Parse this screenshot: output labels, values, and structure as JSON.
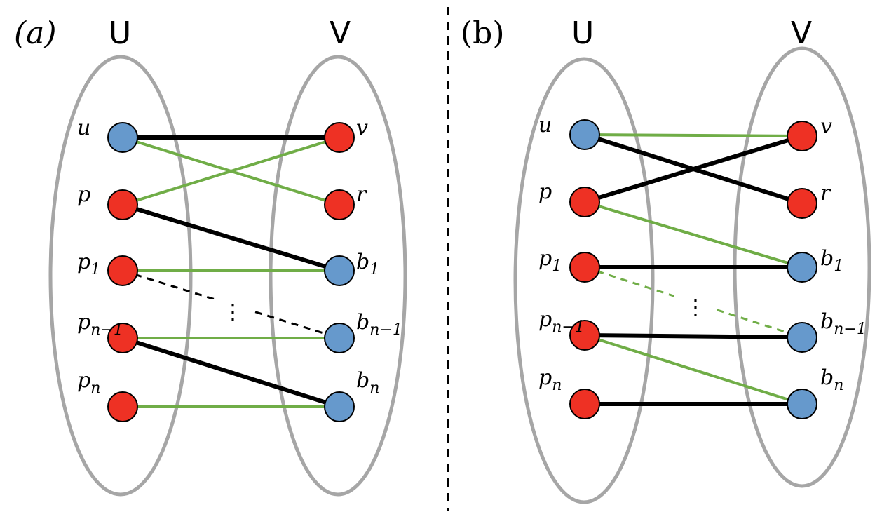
{
  "colors": {
    "red_node": "#ee3124",
    "blue_node": "#6699cc",
    "ellipse": "#a6a6a6",
    "matching_edge": "#000000",
    "other_edge": "#70ad47"
  },
  "panels": [
    {
      "label": "(a)",
      "left_set": "U",
      "right_set": "V",
      "nodes": {
        "u": {
          "side": "left",
          "row": 0,
          "color": "blue",
          "name": "u",
          "sub": ""
        },
        "p": {
          "side": "left",
          "row": 1,
          "color": "red",
          "name": "p",
          "sub": ""
        },
        "p1": {
          "side": "left",
          "row": 2,
          "color": "red",
          "name": "p",
          "sub": "1"
        },
        "pn1": {
          "side": "left",
          "row": 3,
          "color": "red",
          "name": "p",
          "sub": "n−1"
        },
        "pn": {
          "side": "left",
          "row": 4,
          "color": "red",
          "name": "p",
          "sub": "n"
        },
        "v": {
          "side": "right",
          "row": 0,
          "color": "red",
          "name": "v",
          "sub": ""
        },
        "r": {
          "side": "right",
          "row": 1,
          "color": "red",
          "name": "r",
          "sub": ""
        },
        "b1": {
          "side": "right",
          "row": 2,
          "color": "blue",
          "name": "b",
          "sub": "1"
        },
        "bn1": {
          "side": "right",
          "row": 3,
          "color": "blue",
          "name": "b",
          "sub": "n−1"
        },
        "bn": {
          "side": "right",
          "row": 4,
          "color": "blue",
          "name": "b",
          "sub": "n"
        }
      },
      "edges": [
        {
          "from": "u",
          "to": "v",
          "kind": "matching"
        },
        {
          "from": "u",
          "to": "r",
          "kind": "other"
        },
        {
          "from": "p",
          "to": "v",
          "kind": "other"
        },
        {
          "from": "p",
          "to": "b1",
          "kind": "matching"
        },
        {
          "from": "p1",
          "to": "b1",
          "kind": "other"
        },
        {
          "from": "pn1",
          "to": "bn1",
          "kind": "other"
        },
        {
          "from": "pn1",
          "to": "bn",
          "kind": "matching"
        },
        {
          "from": "pn",
          "to": "bn",
          "kind": "other"
        },
        {
          "from": "p1",
          "to": "bn1",
          "kind": "dashed-matching"
        }
      ],
      "dots": "⋮"
    },
    {
      "label": "(b)",
      "left_set": "U",
      "right_set": "V",
      "nodes": {
        "u": {
          "side": "left",
          "row": 0,
          "color": "blue",
          "name": "u",
          "sub": ""
        },
        "p": {
          "side": "left",
          "row": 1,
          "color": "red",
          "name": "p",
          "sub": ""
        },
        "p1": {
          "side": "left",
          "row": 2,
          "color": "red",
          "name": "p",
          "sub": "1"
        },
        "pn1": {
          "side": "left",
          "row": 3,
          "color": "red",
          "name": "p",
          "sub": "n−1"
        },
        "pn": {
          "side": "left",
          "row": 4,
          "color": "red",
          "name": "p",
          "sub": "n"
        },
        "v": {
          "side": "right",
          "row": 0,
          "color": "red",
          "name": "v",
          "sub": ""
        },
        "r": {
          "side": "right",
          "row": 1,
          "color": "red",
          "name": "r",
          "sub": ""
        },
        "b1": {
          "side": "right",
          "row": 2,
          "color": "blue",
          "name": "b",
          "sub": "1"
        },
        "bn1": {
          "side": "right",
          "row": 3,
          "color": "blue",
          "name": "b",
          "sub": "n−1"
        },
        "bn": {
          "side": "right",
          "row": 4,
          "color": "blue",
          "name": "b",
          "sub": "n"
        }
      },
      "edges": [
        {
          "from": "u",
          "to": "v",
          "kind": "other"
        },
        {
          "from": "u",
          "to": "r",
          "kind": "matching"
        },
        {
          "from": "p",
          "to": "v",
          "kind": "matching"
        },
        {
          "from": "p",
          "to": "b1",
          "kind": "other"
        },
        {
          "from": "p1",
          "to": "b1",
          "kind": "matching"
        },
        {
          "from": "pn1",
          "to": "bn1",
          "kind": "matching"
        },
        {
          "from": "pn1",
          "to": "bn",
          "kind": "other"
        },
        {
          "from": "pn",
          "to": "bn",
          "kind": "matching"
        },
        {
          "from": "p1",
          "to": "bn1",
          "kind": "dashed-other"
        }
      ],
      "dots": "⋮"
    }
  ]
}
